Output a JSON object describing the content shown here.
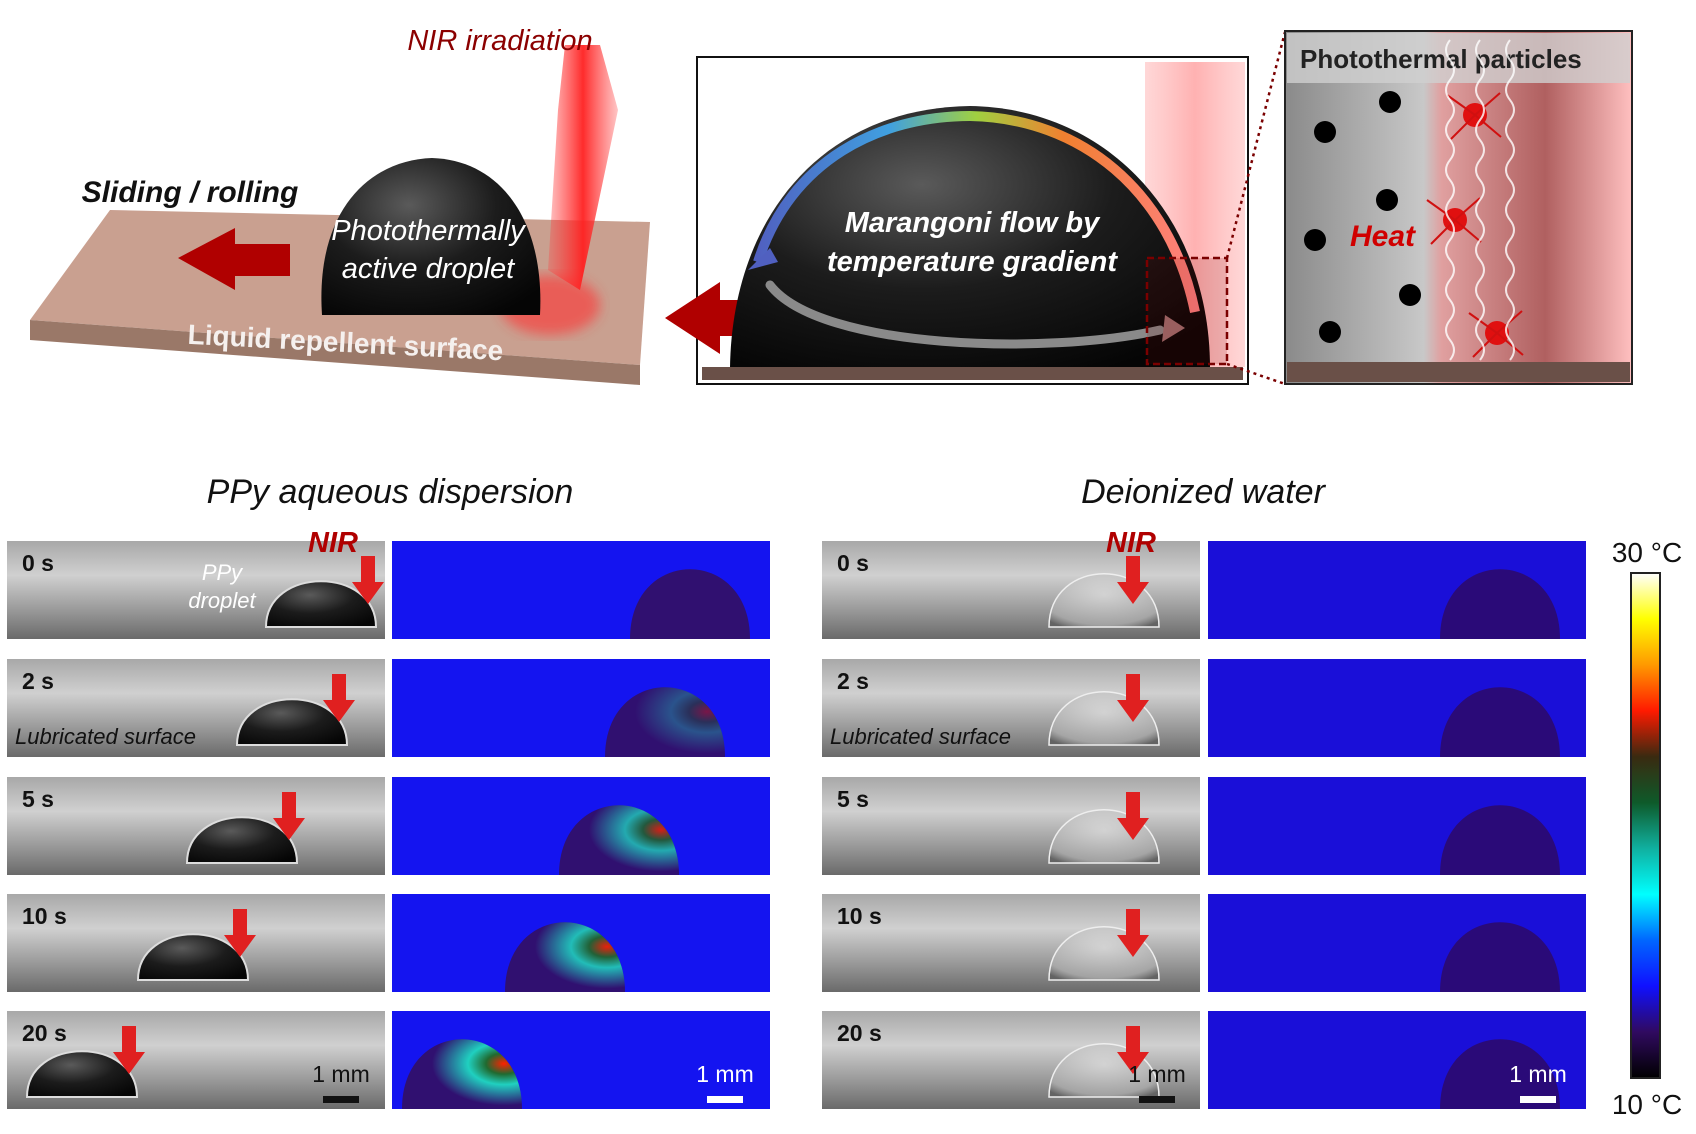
{
  "schematic": {
    "nir_irradiation": "NIR irradiation",
    "sliding_rolling": "Sliding / rolling",
    "droplet_label_1": "Photothermally",
    "droplet_label_2": "active droplet",
    "surface_label": "Liquid repellent surface",
    "marangoni_1": "Marangoni flow by",
    "marangoni_2": "temperature gradient",
    "particles_title": "Photothermal particles",
    "heat": "Heat"
  },
  "experiment": {
    "left_title": "PPy aqueous dispersion",
    "right_title": "Deionized water",
    "nir": "NIR",
    "ppy_droplet_1": "PPy",
    "ppy_droplet_2": "droplet",
    "lubricated": "Lubricated surface",
    "scale_bar": "1 mm",
    "times": [
      "0 s",
      "2 s",
      "5 s",
      "10 s",
      "20 s"
    ]
  },
  "colorbar": {
    "max_label": "30 °C",
    "min_label": "10 °C",
    "max": 30,
    "min": 10,
    "colormap": [
      "#ffffff",
      "#ffff00",
      "#ff9900",
      "#ff1a00",
      "#3a2a10",
      "#0e5a2a",
      "#10b0a0",
      "#00ffff",
      "#0066ff",
      "#1010ff",
      "#300a60",
      "#000000"
    ]
  },
  "colors": {
    "accent_red": "#c00000",
    "thermal_background": "#1414f0",
    "surface_brown": "#c9a090"
  }
}
